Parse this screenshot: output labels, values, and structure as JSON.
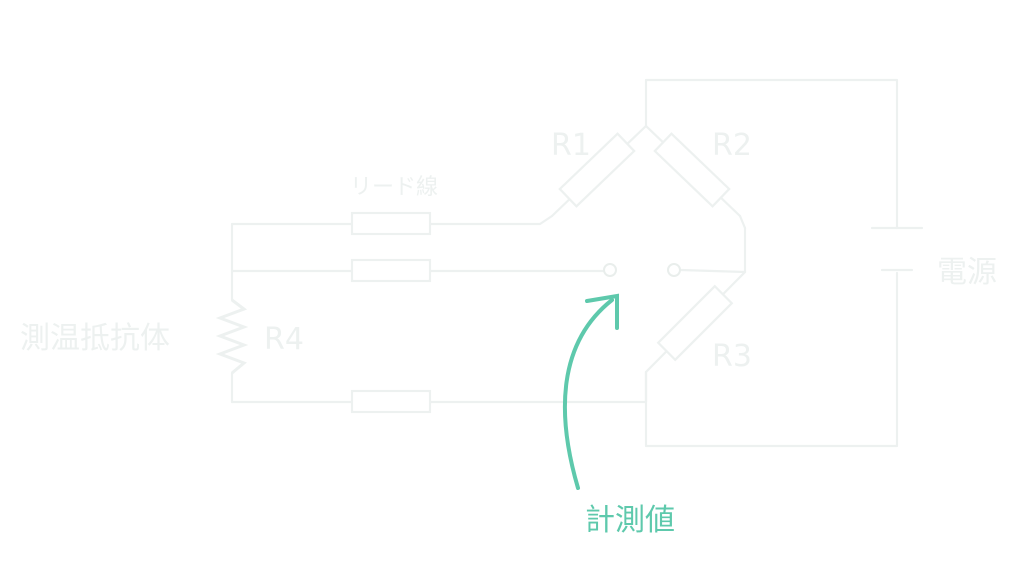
{
  "labels": {
    "r1": "R1",
    "r2": "R2",
    "r3": "R3",
    "r4": "R4",
    "lead_wire": "リード線",
    "power_supply": "電源",
    "rtd": "測温抵抗体",
    "measured_value": "計測値"
  },
  "colors": {
    "line": "#edf1f0",
    "accent": "#5ec9ac"
  }
}
